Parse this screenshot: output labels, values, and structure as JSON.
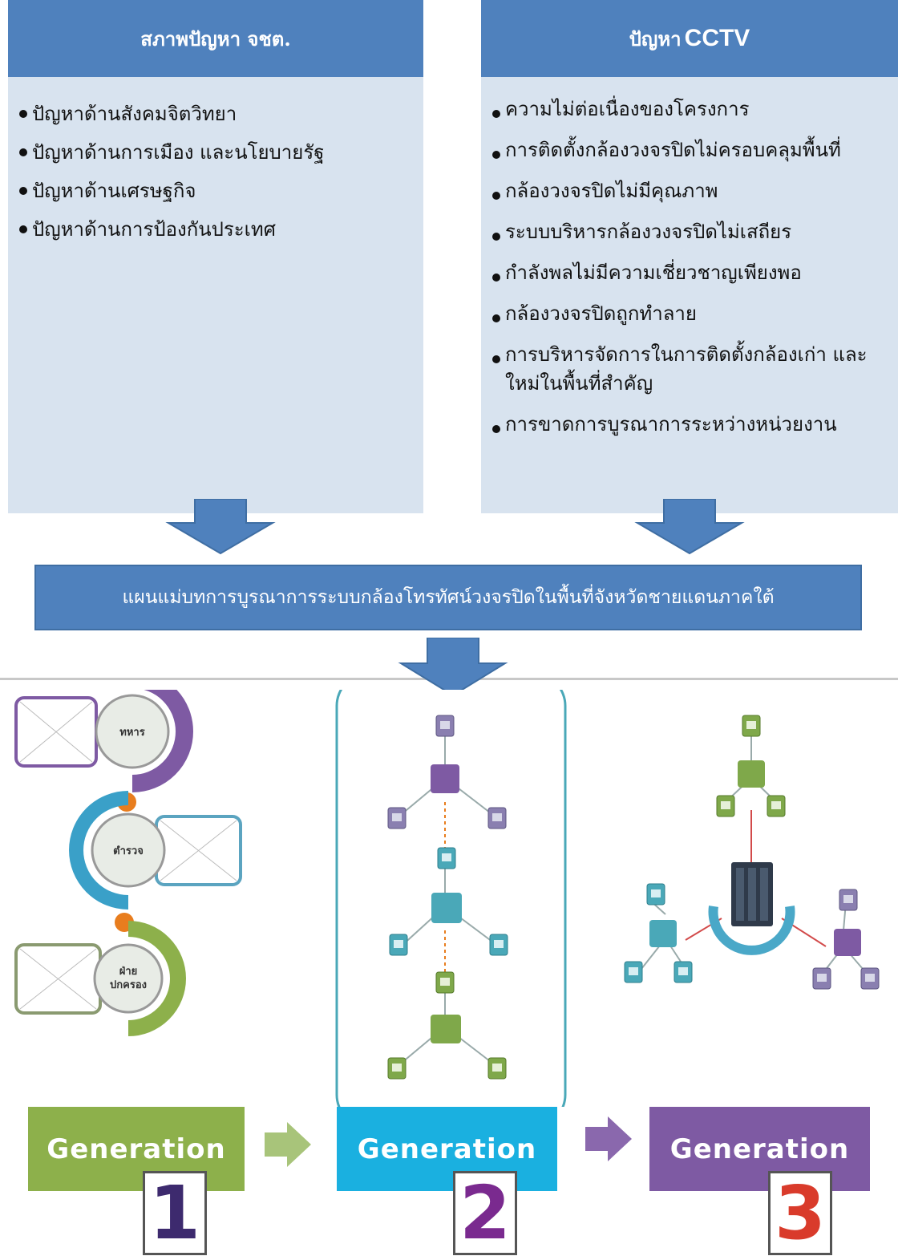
{
  "left_panel": {
    "title": "สภาพปัญหา จชต.",
    "items": [
      "ปัญหาด้านสังคมจิตวิทยา",
      "ปัญหาด้านการเมือง และนโยบายรัฐ",
      "ปัญหาด้านเศรษฐกิจ",
      "ปัญหาด้านการป้องกันประเทศ"
    ]
  },
  "right_panel": {
    "title_prefix": "ปัญหา",
    "title_suffix": "CCTV",
    "items": [
      "ความไม่ต่อเนื่องของโครงการ",
      "การติดตั้งกล้องวงจรปิดไม่ครอบคลุมพื้นที่",
      "กล้องวงจรปิดไม่มีคุณภาพ",
      "ระบบบริหารกล้องวงจรปิดไม่เสถียร",
      "กำลังพลไม่มีความเชี่ยวชาญเพียงพอ",
      "กล้องวงจรปิดถูกทำลาย",
      "การบริหารจัดการในการติดตั้งกล้องเก่า และใหม่ในพื้นที่สำคัญ",
      "การขาดการบูรณาการระหว่างหน่วยงาน"
    ]
  },
  "banner": {
    "text": "แผนแม่บทการบูรณาการระบบกล้องโทรทัศน์วงจรปิดในพื้นที่จังหวัดชายแดนภาคใต้"
  },
  "gen1_labels": [
    "ทหาร",
    "ตำรวจ",
    "ฝ่าย",
    "ปกครอง"
  ],
  "generations": [
    {
      "label": "Generation",
      "number": "1",
      "color": "#8db04b",
      "num_color": "#3d2a6e"
    },
    {
      "label": "Generation",
      "number": "2",
      "color": "#1ab0e0",
      "num_color": "#7a2a8f"
    },
    {
      "label": "Generation",
      "number": "3",
      "color": "#7e5aa3",
      "num_color": "#d93b2b"
    }
  ],
  "colors": {
    "panel_bg": "#d8e3ef",
    "panel_head": "#4f81bd",
    "arrow": "#4f81bd"
  }
}
